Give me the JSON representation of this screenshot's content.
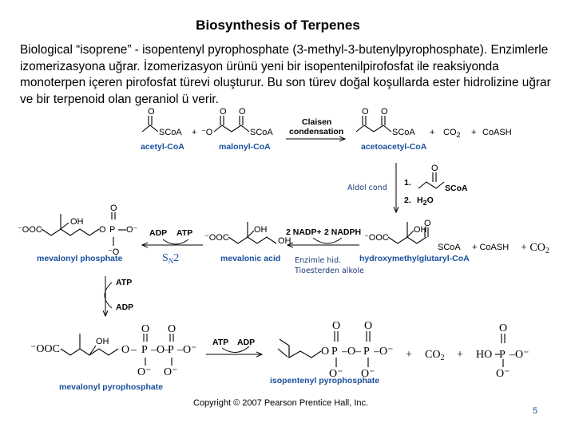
{
  "slide": {
    "title": "Biosynthesis of Terpenes",
    "paragraph": "Biological “isoprene” - isopentenyl pyrophosphate (3-methyl-3-butenylpyrophosphate). Enzimlerle izomerizasyona uğrar. İzomerizasyon ürünü yeni bir isopentenilpirofosfat ile reaksiyonda monoterpen içeren pirofosfat türevi oluşturur. Bu son türev doğal koşullarda ester hidrolizine uğrar ve bir terpenoid olan geraniol ü verir.",
    "copyright": "Copyright © 2007 Pearson Prentice Hall, Inc.",
    "page_number": "5"
  },
  "scheme": {
    "row1": {
      "acetyl_coa": "acetyl-CoA",
      "malonyl_coa": "malonyl-CoA",
      "acetoacetyl_coa": "acetoacetyl-CoA",
      "arrow_top": "Claisen",
      "arrow_bottom": "condensation",
      "plus": "+",
      "co2": "CO",
      "co2_sub": "2",
      "coash": "CoASH",
      "scoa": "SCoA"
    },
    "step2": {
      "note": "Aldol cond",
      "step1": "1.",
      "step2": "2.",
      "h2o": "H",
      "h2o_sub": "2",
      "h2o_tail": "O"
    },
    "row2": {
      "mevalonyl_phosphate": "mevalonyl phosphate",
      "mevalonic_acid": "mevalonic acid",
      "hmg_coa": "hydroxymethylglutaryl-CoA",
      "adp": "ADP",
      "atp": "ATP",
      "sn2": "S",
      "sn2_sub": "N",
      "sn2_tail": "2",
      "nadp_plus": "2 NADP+",
      "nadph": "2 NADPH",
      "note_line1": "Enzimle hid.",
      "note_line2": "Tioesterden alkole",
      "ooc": "⁻OOC",
      "oh": "OH",
      "coash": "+ CoASH",
      "co2": "+ CO",
      "co2_sub": "2"
    },
    "row3": {
      "atp": "ATP",
      "adp": "ADP",
      "mevalonyl_pyrophosphate": "mevalonyl pyrophosphate",
      "isopentenyl_pyrophosphate": "isopentenyl pyrophosphate",
      "co2": "CO",
      "co2_sub": "2",
      "plus": "+",
      "ho": "HO"
    }
  }
}
